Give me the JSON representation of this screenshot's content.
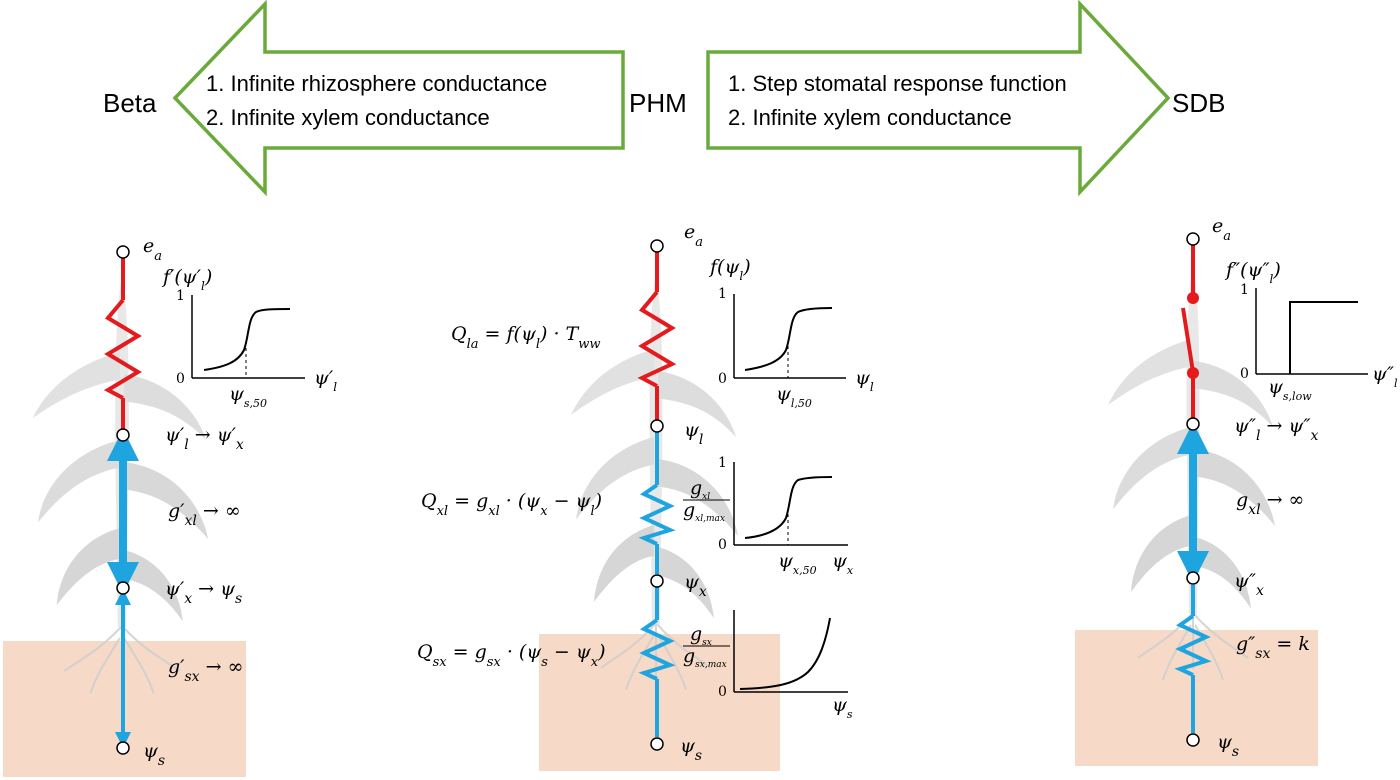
{
  "header": {
    "left_model": "Beta",
    "center_model": "PHM",
    "right_model": "SDB",
    "left_arrow_items": [
      "1.  Infinite rhizosphere conductance",
      "2.  Infinite xylem conductance"
    ],
    "right_arrow_items": [
      "1.  Step stomatal response function",
      "2.  Infinite xylem conductance"
    ]
  },
  "beta": {
    "top": "e",
    "top_sub": "a",
    "curve_label": "f′(ψ′",
    "curve_label_sub": "l",
    "curve_label_end": ")",
    "y1": "1",
    "y0": "0",
    "x_tick": "ψ",
    "x_tick_sub": "s,50",
    "x_axis": "ψ′",
    "x_axis_sub": "l",
    "node1": "ψ′",
    "node1_sub": "l",
    "node1_arrow": " → ψ′",
    "node1_sub2": "x",
    "g1": "g′",
    "g1_sub": "xl",
    "g1_end": " → ∞",
    "node2": "ψ′",
    "node2_sub": "x",
    "node2_end": " → ψ",
    "node2_sub2": "s",
    "g2": "g′",
    "g2_sub": "sx",
    "g2_end": " → ∞",
    "bottom": "ψ",
    "bottom_sub": "s"
  },
  "phm": {
    "top": "e",
    "top_sub": "a",
    "curve1_label": "f(ψ",
    "curve1_label_sub": "l",
    "curve1_label_end": ")",
    "y1": "1",
    "y0": "0",
    "c1_tick": "ψ",
    "c1_tick_sub": "l,50",
    "c1_axis": "ψ",
    "c1_axis_sub": "l",
    "eq1_a": "Q",
    "eq1_a_sub": "la",
    "eq1_b": " = f(ψ",
    "eq1_b_sub": "l",
    "eq1_c": ") · T",
    "eq1_c_sub": "ww",
    "node1": "ψ",
    "node1_sub": "l",
    "eq2_a": "Q",
    "eq2_a_sub": "xl",
    "eq2_b": " = g",
    "eq2_b_sub": "xl",
    "eq2_c": " · (ψ",
    "eq2_c_sub": "x",
    "eq2_d": " − ψ",
    "eq2_d_sub": "l",
    "eq2_e": ")",
    "c2_num": "g",
    "c2_num_sub": "xl",
    "c2_den": "g",
    "c2_den_sub": "xl,max",
    "c2_tick": "ψ",
    "c2_tick_sub": "x,50",
    "c2_axis": "ψ",
    "c2_axis_sub": "x",
    "node2": "ψ",
    "node2_sub": "x",
    "eq3_a": "Q",
    "eq3_a_sub": "sx",
    "eq3_b": " = g",
    "eq3_b_sub": "sx",
    "eq3_c": " · (ψ",
    "eq3_c_sub": "s",
    "eq3_d": " − ψ",
    "eq3_d_sub": "x",
    "eq3_e": ")",
    "c3_num": "g",
    "c3_num_sub": "sx",
    "c3_den": "g",
    "c3_den_sub": "sx,max",
    "c3_axis": "ψ",
    "c3_axis_sub": "s",
    "bottom": "ψ",
    "bottom_sub": "s"
  },
  "sdb": {
    "top": "e",
    "top_sub": "a",
    "curve_label": "f″(ψ″",
    "curve_label_sub": "l",
    "curve_label_end": ")",
    "y1": "1",
    "y0": "0",
    "x_tick": "ψ",
    "x_tick_sub": "s,low",
    "x_axis": "ψ″",
    "x_axis_sub": "l",
    "node1": "ψ″",
    "node1_sub": "l",
    "node1_arrow": " → ψ″",
    "node1_sub2": "x",
    "g1": "g",
    "g1_sub": "xl",
    "g1_end": " → ∞",
    "node2": "ψ″",
    "node2_sub": "x",
    "g2": "g″",
    "g2_sub": "sx",
    "g2_end": " = k",
    "bottom": "ψ",
    "bottom_sub": "s"
  },
  "colors": {
    "arrow_outline": "#6aaa3a",
    "leaf_path": "#e41a1c",
    "xylem_path": "#1ea5e0",
    "soil": "#f6d9c6",
    "plant": "#e2e2e2"
  }
}
